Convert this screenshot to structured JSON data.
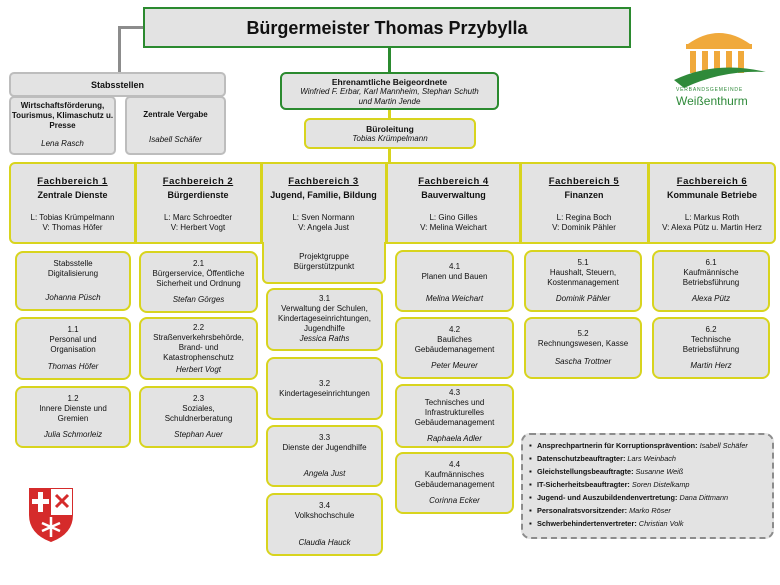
{
  "mayor": "Bürgermeister Thomas Przybylla",
  "logo": {
    "line1": "VERBANDSGEMEINDE",
    "line2": "Weißenthurm",
    "color_orange": "#f0a93b",
    "color_green": "#2f8a3a"
  },
  "staff": {
    "title": "Stabsstellen",
    "units": [
      {
        "title": "Wirtschaftsförderung, Tourismus, Klimaschutz u. Presse",
        "name": "Lena Rasch"
      },
      {
        "title": "Zentrale Vergabe",
        "name": "Isabell Schäfer"
      }
    ]
  },
  "deputies": {
    "title": "Ehrenamtliche Beigeordnete",
    "names_line1": "Winfried F. Erbar, Karl Mannheim, Stephan Schuth",
    "names_line2": "und Martin Jende"
  },
  "office": {
    "title": "Büroleitung",
    "name": "Tobias Krümpelmann"
  },
  "departments": [
    {
      "title": "Fachbereich 1",
      "subtitle": "Zentrale Dienste",
      "lead": "L: Tobias Krümpelmann",
      "deputy": "V: Thomas Höfer"
    },
    {
      "title": "Fachbereich 2",
      "subtitle": "Bürgerdienste",
      "lead": "L: Marc Schroedter",
      "deputy": "V: Herbert Vogt"
    },
    {
      "title": "Fachbereich 3",
      "subtitle": "Jugend, Familie, Bildung",
      "lead": "L: Sven Normann",
      "deputy": "V: Angela Just"
    },
    {
      "title": "Fachbereich 4",
      "subtitle": "Bauverwaltung",
      "lead": "L: Gino Gilles",
      "deputy": "V: Melina Weichart"
    },
    {
      "title": "Fachbereich 5",
      "subtitle": "Finanzen",
      "lead": "L: Regina Boch",
      "deputy": "V: Dominik Pähler"
    },
    {
      "title": "Fachbereich 6",
      "subtitle": "Kommunale Betriebe",
      "lead": "L: Markus Roth",
      "deputy": "V: Alexa Pütz u. Martin Herz"
    }
  ],
  "project_group": {
    "line1": "Projektgruppe",
    "line2": "Bürgerstützpunkt"
  },
  "fb1_units": [
    {
      "num": "",
      "title": "Stabsstelle Digitalisierung",
      "name": "Johanna Püsch"
    },
    {
      "num": "1.1",
      "title": "Personal und Organisation",
      "name": "Thomas Höfer"
    },
    {
      "num": "1.2",
      "title": "Innere Dienste und Gremien",
      "name": "Julia Schmorleiz"
    }
  ],
  "fb2_units": [
    {
      "num": "2.1",
      "title": "Bürgerservice, Öffentliche Sicherheit und Ordnung",
      "name": "Stefan Görges"
    },
    {
      "num": "2.2",
      "title": "Straßenverkehrsbehörde, Brand- und Katastrophenschutz",
      "name": "Herbert Vogt"
    },
    {
      "num": "2.3",
      "title": "Soziales, Schuldnerberatung",
      "name": "Stephan Auer"
    }
  ],
  "fb3_units": [
    {
      "num": "3.1",
      "title": "Verwaltung der Schulen, Kindertageseinrichtungen, Jugendhilfe",
      "name": "Jessica Raths"
    },
    {
      "num": "3.2",
      "title": "Kindertageseinrichtungen",
      "name": ""
    },
    {
      "num": "3.3",
      "title": "Dienste der Jugendhilfe",
      "name": "Angela Just"
    },
    {
      "num": "3.4",
      "title": "Volkshochschule",
      "name": "Claudia Hauck"
    }
  ],
  "fb4_units": [
    {
      "num": "4.1",
      "title": "Planen und Bauen",
      "name": "Melina Weichart"
    },
    {
      "num": "4.2",
      "title": "Bauliches Gebäudemanagement",
      "name": "Peter Meurer"
    },
    {
      "num": "4.3",
      "title": "Technisches und Infrastrukturelles Gebäudemanagement",
      "name": "Raphaela Adler"
    },
    {
      "num": "4.4",
      "title": "Kaufmännisches Gebäudemanagement",
      "name": "Corinna Ecker"
    }
  ],
  "fb5_units": [
    {
      "num": "5.1",
      "title": "Haushalt, Steuern, Kostenmanagement",
      "name": "Dominik Pähler"
    },
    {
      "num": "5.2",
      "title": "Rechnungswesen, Kasse",
      "name": "Sascha Trottner"
    }
  ],
  "fb6_units": [
    {
      "num": "6.1",
      "title": "Kaufmännische Betriebsführung",
      "name": "Alexa Pütz"
    },
    {
      "num": "6.2",
      "title": "Technische Betriebsführung",
      "name": "Martin Herz"
    }
  ],
  "officers": [
    {
      "role": "Ansprechpartnerin für Korruptionsprävention:",
      "name": "Isabell Schäfer"
    },
    {
      "role": "Datenschutzbeauftragter:",
      "name": "Lars Weinbach"
    },
    {
      "role": "Gleichstellungsbeauftragte:",
      "name": "Susanne Weiß"
    },
    {
      "role": "IT-Sicherheitsbeauftragter:",
      "name": "Soren Distelkamp"
    },
    {
      "role": "Jugend- und Auszubildendenvertretung:",
      "name": "Dana Dittmann"
    },
    {
      "role": "Personalratsvorsitzender:",
      "name": "Marko Röser"
    },
    {
      "role": "Schwerbehindertenvertreter:",
      "name": "Christian Volk"
    }
  ],
  "colors": {
    "yellow": "#d8d41e",
    "green": "#2b8a2f",
    "grey_box": "#e3e3e3",
    "grey_border": "#bdbdbd",
    "crest_red": "#d52b2b"
  }
}
